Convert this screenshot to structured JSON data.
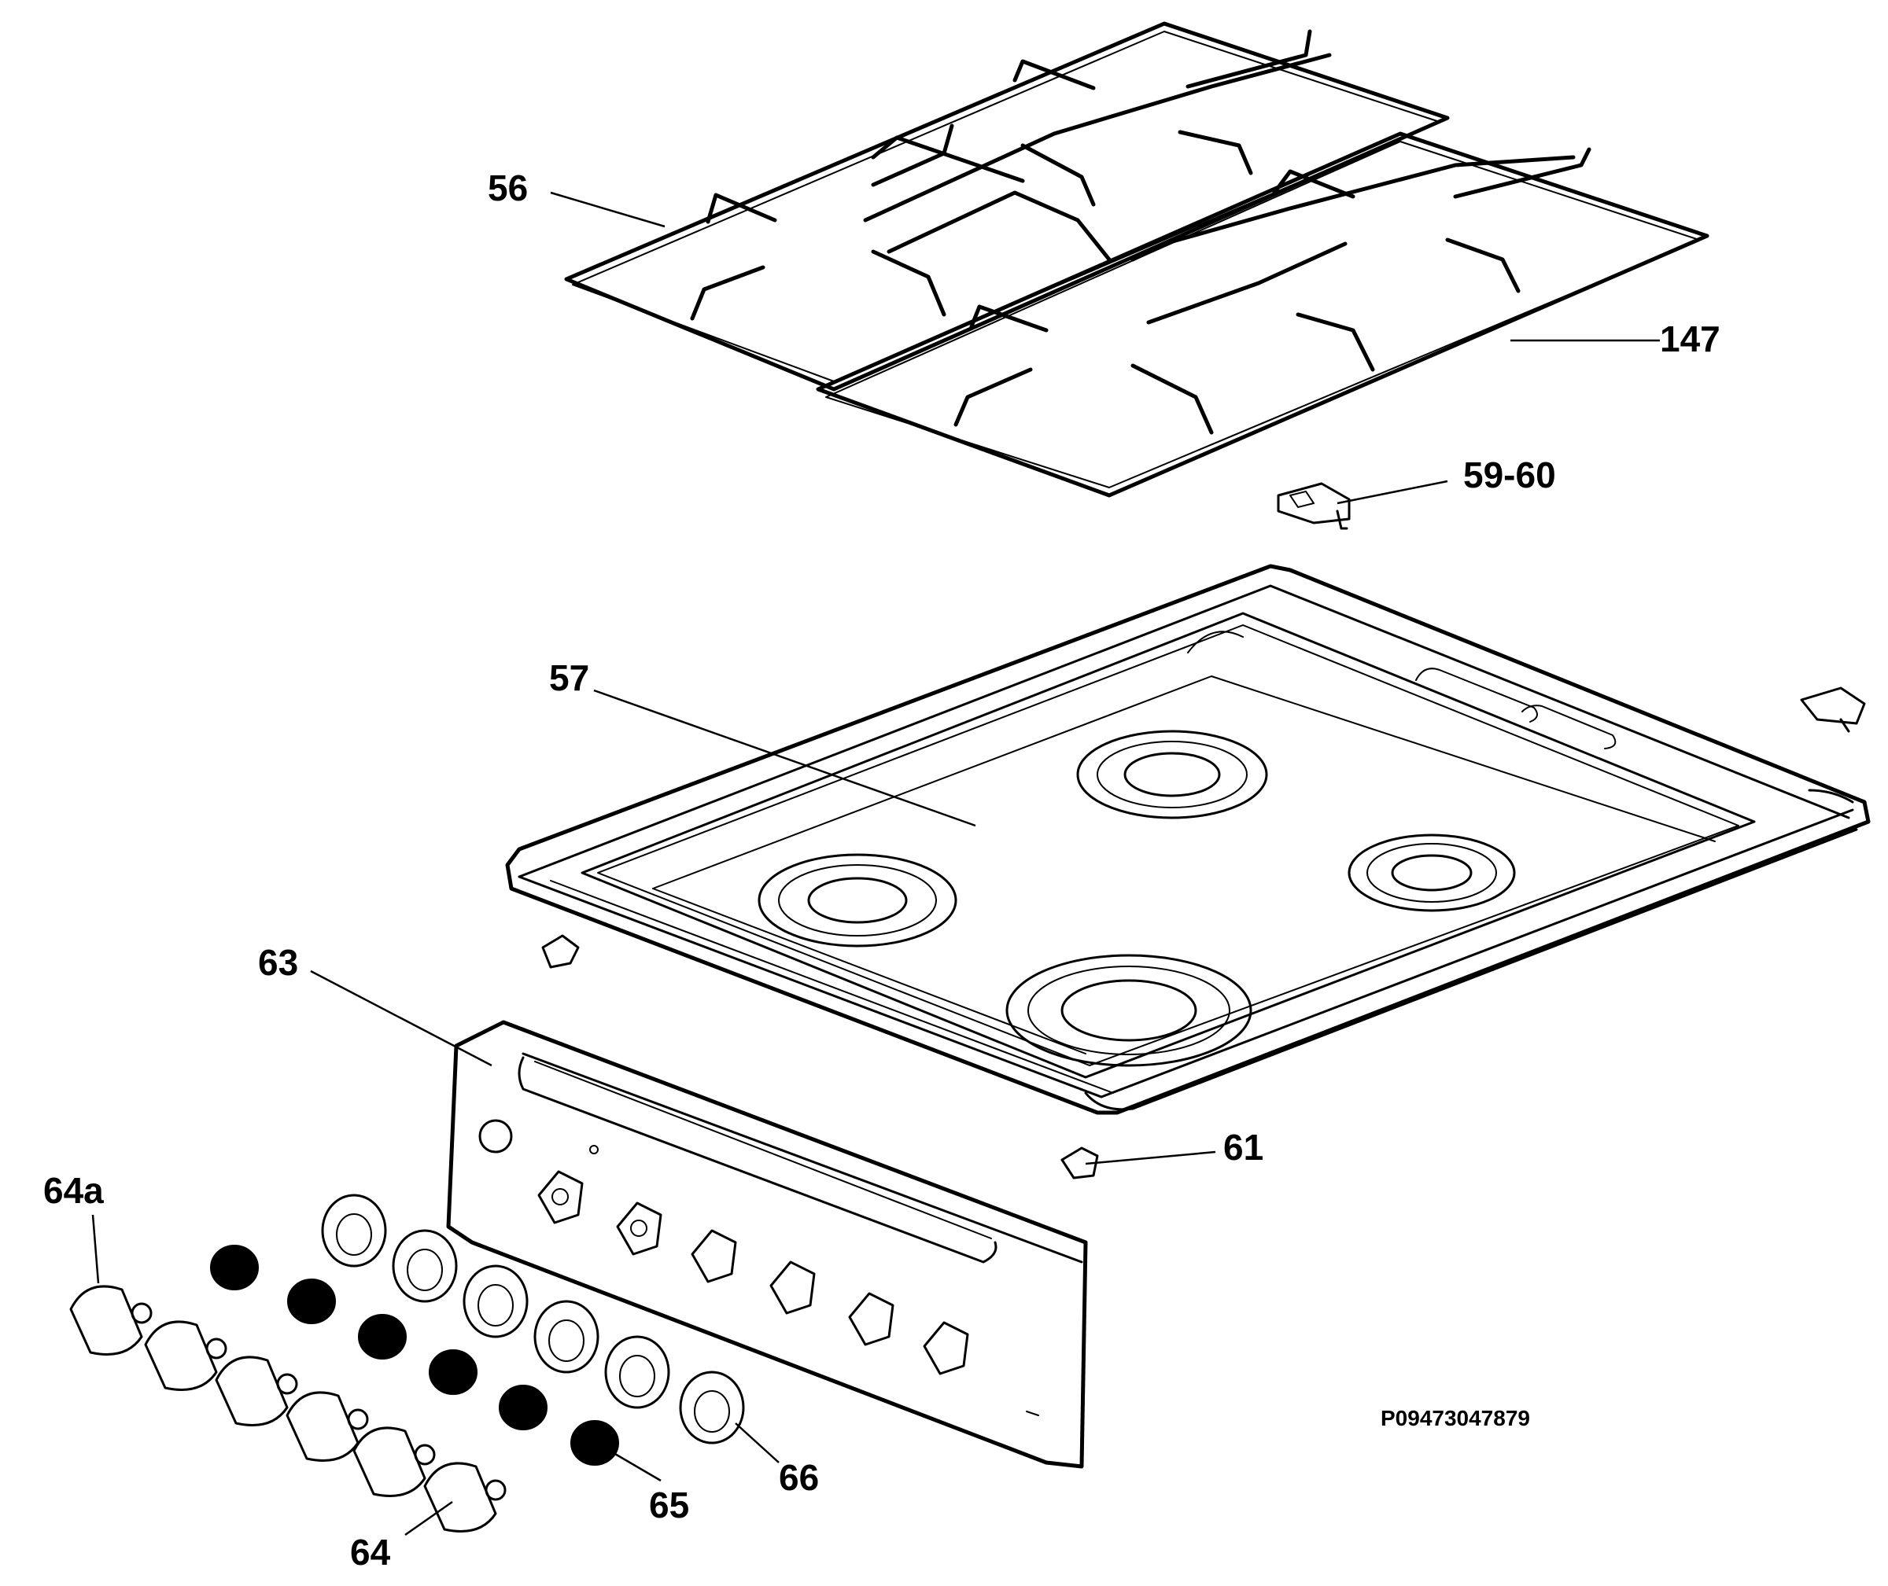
{
  "diagram": {
    "labels": {
      "p56": "56",
      "p147": "147",
      "p59_60": "59-60",
      "p57": "57",
      "p63": "63",
      "p61": "61",
      "p64a": "64a",
      "p64": "64",
      "p65": "65",
      "p66": "66"
    },
    "reference_code": "P09473047879"
  }
}
